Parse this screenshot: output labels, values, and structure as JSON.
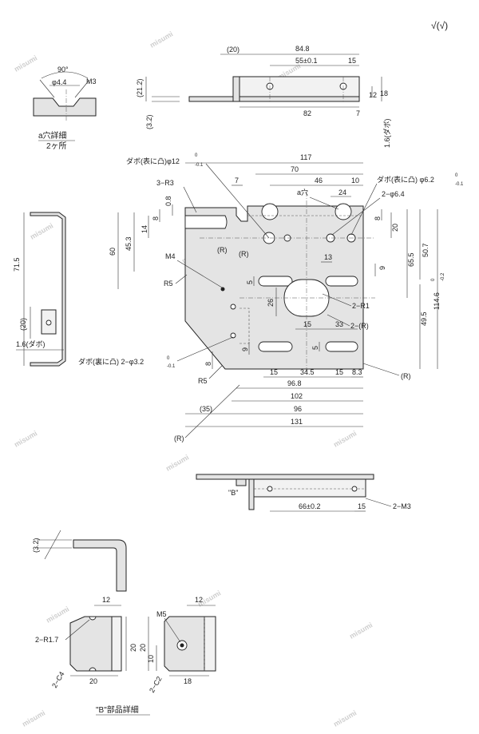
{
  "surface_mark": "√(√)",
  "watermark": "misumi",
  "hole_detail": {
    "angle": "90°",
    "diameter": "φ4.4",
    "thread": "M3",
    "caption_line1": "a穴詳細",
    "caption_line2": "2ヶ所"
  },
  "top_view": {
    "dims": [
      "(20)",
      "84.8",
      "55±0.1",
      "15",
      "(21.2)",
      "12",
      "18",
      "82",
      "7",
      "(3.2)",
      "1.6(ダボ)"
    ]
  },
  "main_view": {
    "labels": {
      "dabo_front_12": "ダボ(表に凸)φ12",
      "dabo_front_12_tol": "-0.1",
      "dabo_front_12_tol_top": "0",
      "three_r3": "3−R3",
      "a_hole": "a穴",
      "dabo_front_62": "ダボ(表に凸) φ6.2",
      "dabo_front_62_tol": "-0.1",
      "dabo_front_62_tol_top": "0",
      "two_phi64": "2−φ6.4",
      "m4": "M4",
      "r5_top": "R5",
      "r_slot_a": "(R)",
      "r_slot_b": "(R)",
      "two_r1": "2−R1",
      "two_r_paren": "2−(R)",
      "r_right": "(R)",
      "r5_bottom": "R5",
      "r_left": "(R)",
      "dabo_back": "ダボ(裏に凸) 2−φ3.2",
      "dabo_back_tol": "-0.1",
      "dabo_back_tol_top": "0",
      "dim_117": "117",
      "dim_70": "70",
      "dim_7": "7",
      "dim_46": "46",
      "dim_10": "10",
      "dim_24": "24",
      "dim_08": "0.8",
      "dim_8a": "8",
      "dim_14": "14",
      "dim_453": "45.3",
      "dim_60": "60",
      "dim_8b": "8",
      "dim_20": "20",
      "dim_655": "65.5",
      "dim_507": "50.7",
      "dim_1146": "114.6",
      "dim_1146_tol": "-0.2",
      "dim_1146_tol_top": "0",
      "dim_13": "13",
      "dim_9a": "9",
      "dim_5a": "5",
      "dim_26": "26",
      "dim_495": "49.5",
      "dim_15a": "15",
      "dim_33": "33",
      "dim_9b": "9",
      "dim_5b": "5",
      "dim_8c": "8",
      "dim_15b": "15",
      "dim_345": "34.5",
      "dim_15c": "15",
      "dim_83": "8.3",
      "dim_968": "96.8",
      "dim_102": "102",
      "dim_35": "(35)",
      "dim_96": "96",
      "dim_131": "131"
    }
  },
  "side_view": {
    "dims": [
      "71.5",
      "(20)",
      "1.6(ダボ)"
    ]
  },
  "bottom_view": {
    "label_b": "\"B\"",
    "dim_66": "66±0.2",
    "dim_15": "15",
    "thread": "2−M3"
  },
  "bracket_view": {
    "dim": "(3.2)"
  },
  "b_detail": {
    "left": {
      "dim_12": "12",
      "dim_20": "20",
      "dim_20b": "20",
      "r17": "2−R1.7",
      "c4": "2−C4"
    },
    "right": {
      "dim_12": "12",
      "m5": "M5",
      "dim_20": "20",
      "dim_10": "10",
      "dim_18": "18",
      "c2": "2−C2"
    },
    "caption": "\"B\"部品詳細"
  }
}
